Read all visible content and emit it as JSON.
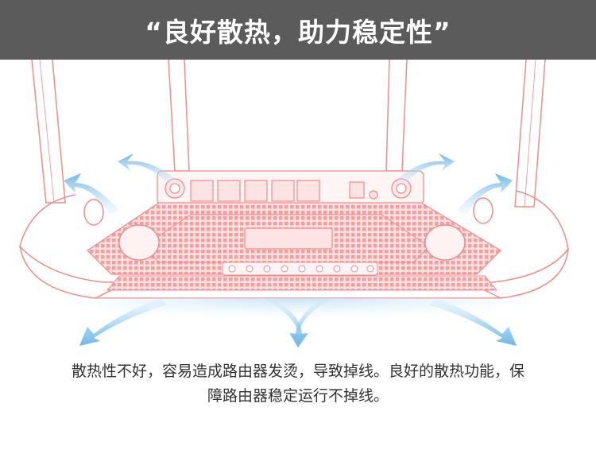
{
  "header": {
    "title": "“良好散热，助力稳定性”",
    "background_color": "#5c5b5b"
  },
  "illustration": {
    "subject": "router-line-drawing",
    "outline_color": "#f08c8c",
    "vent_fill_color": "#f6b0b0",
    "airflow_color": "#6fb6e6"
  },
  "caption": {
    "line1": "散热性不好，容易造成路由器发烫，导致掉线。良好的散热功能，保",
    "line2": "障路由器稳定运行不掉线。"
  }
}
